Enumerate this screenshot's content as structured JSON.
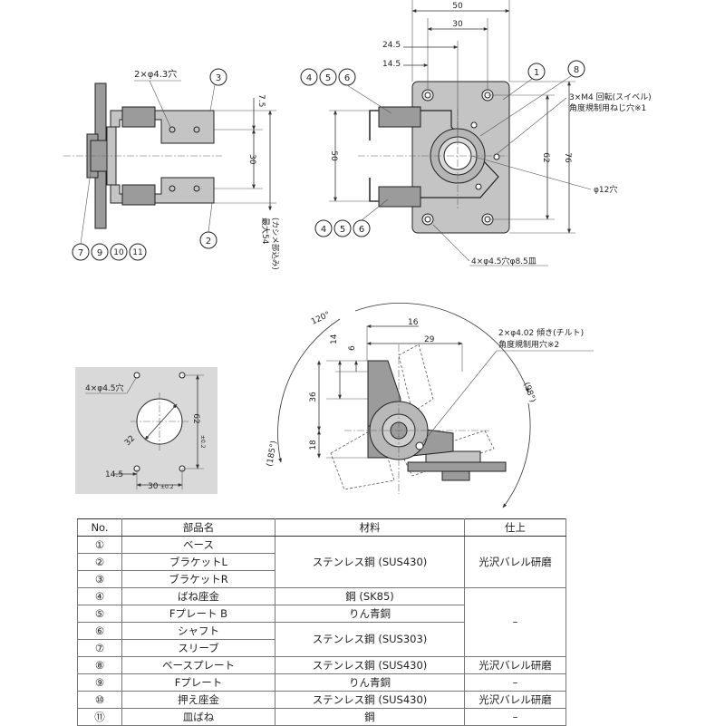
{
  "top_left_view": {
    "hole_note": "2×φ4.3穴",
    "dims": {
      "d7_5": "7.5",
      "d30": "30",
      "max54": "最大54",
      "max54_note": "(カシメ部込み)"
    },
    "callouts": [
      "3",
      "2",
      "7",
      "9",
      "10",
      "11"
    ]
  },
  "top_right_view": {
    "dims": {
      "d50_top": "50",
      "d30_top": "30",
      "d24_5": "24.5",
      "d14_5": "14.5",
      "d50_left": "50",
      "d62": "62",
      "d76": "76"
    },
    "notes": {
      "m4": "3×M4 回転(スイベル)",
      "m4_2": "角度規制用ねじ穴※1",
      "phi12": "φ12穴",
      "holes4": "4×φ4.5穴φ8.5皿"
    },
    "callouts_top": [
      "4",
      "5",
      "6",
      "1",
      "8"
    ],
    "callouts_bottom": [
      "4",
      "5",
      "6"
    ]
  },
  "mount_view": {
    "holes": "4×φ4.5穴",
    "d32": "32",
    "d62": "62",
    "tol62": "±0.2",
    "d14_5": "14.5",
    "d30": "30",
    "tol30": "±0.2"
  },
  "side_view": {
    "angle120": "120°",
    "angle98": "(98°)",
    "angle185": "(185°)",
    "d16": "16",
    "d29": "29",
    "d14": "14",
    "d6": "6",
    "d36": "36",
    "d18": "18",
    "tilt_note": "2×φ4.02 傾き(チルト)",
    "tilt_note2": "角度規制用穴※2"
  },
  "parts_table": {
    "headers": [
      "No.",
      "部品名",
      "材料",
      "仕上"
    ],
    "rows": [
      {
        "no": "①",
        "name": "ベース"
      },
      {
        "no": "②",
        "name": "ブラケットL"
      },
      {
        "no": "③",
        "name": "ブラケットR"
      },
      {
        "no": "④",
        "name": "ばね座金"
      },
      {
        "no": "⑤",
        "name": "Fプレート B"
      },
      {
        "no": "⑥",
        "name": "シャフト"
      },
      {
        "no": "⑦",
        "name": "スリーブ"
      },
      {
        "no": "⑧",
        "name": "ベースプレート"
      },
      {
        "no": "⑨",
        "name": "Fプレート"
      },
      {
        "no": "⑩",
        "name": "押え座金"
      },
      {
        "no": "⑪",
        "name": "皿ばね"
      }
    ],
    "materials": {
      "m1_3": "ステンレス鋼 (SUS430)",
      "m4": "鋼 (SK85)",
      "m5": "りん青銅",
      "m6_7": "ステンレス鋼 (SUS303)",
      "m8": "ステンレス鋼 (SUS430)",
      "m9": "りん青銅",
      "m10": "ステンレス鋼 (SUS430)",
      "m11": "鋼"
    },
    "finishes": {
      "f1_3": "光沢バレル研磨",
      "f4_7": "–",
      "f8": "光沢バレル研磨",
      "f9": "–",
      "f10": "光沢バレル研磨",
      "f11": "–"
    }
  }
}
